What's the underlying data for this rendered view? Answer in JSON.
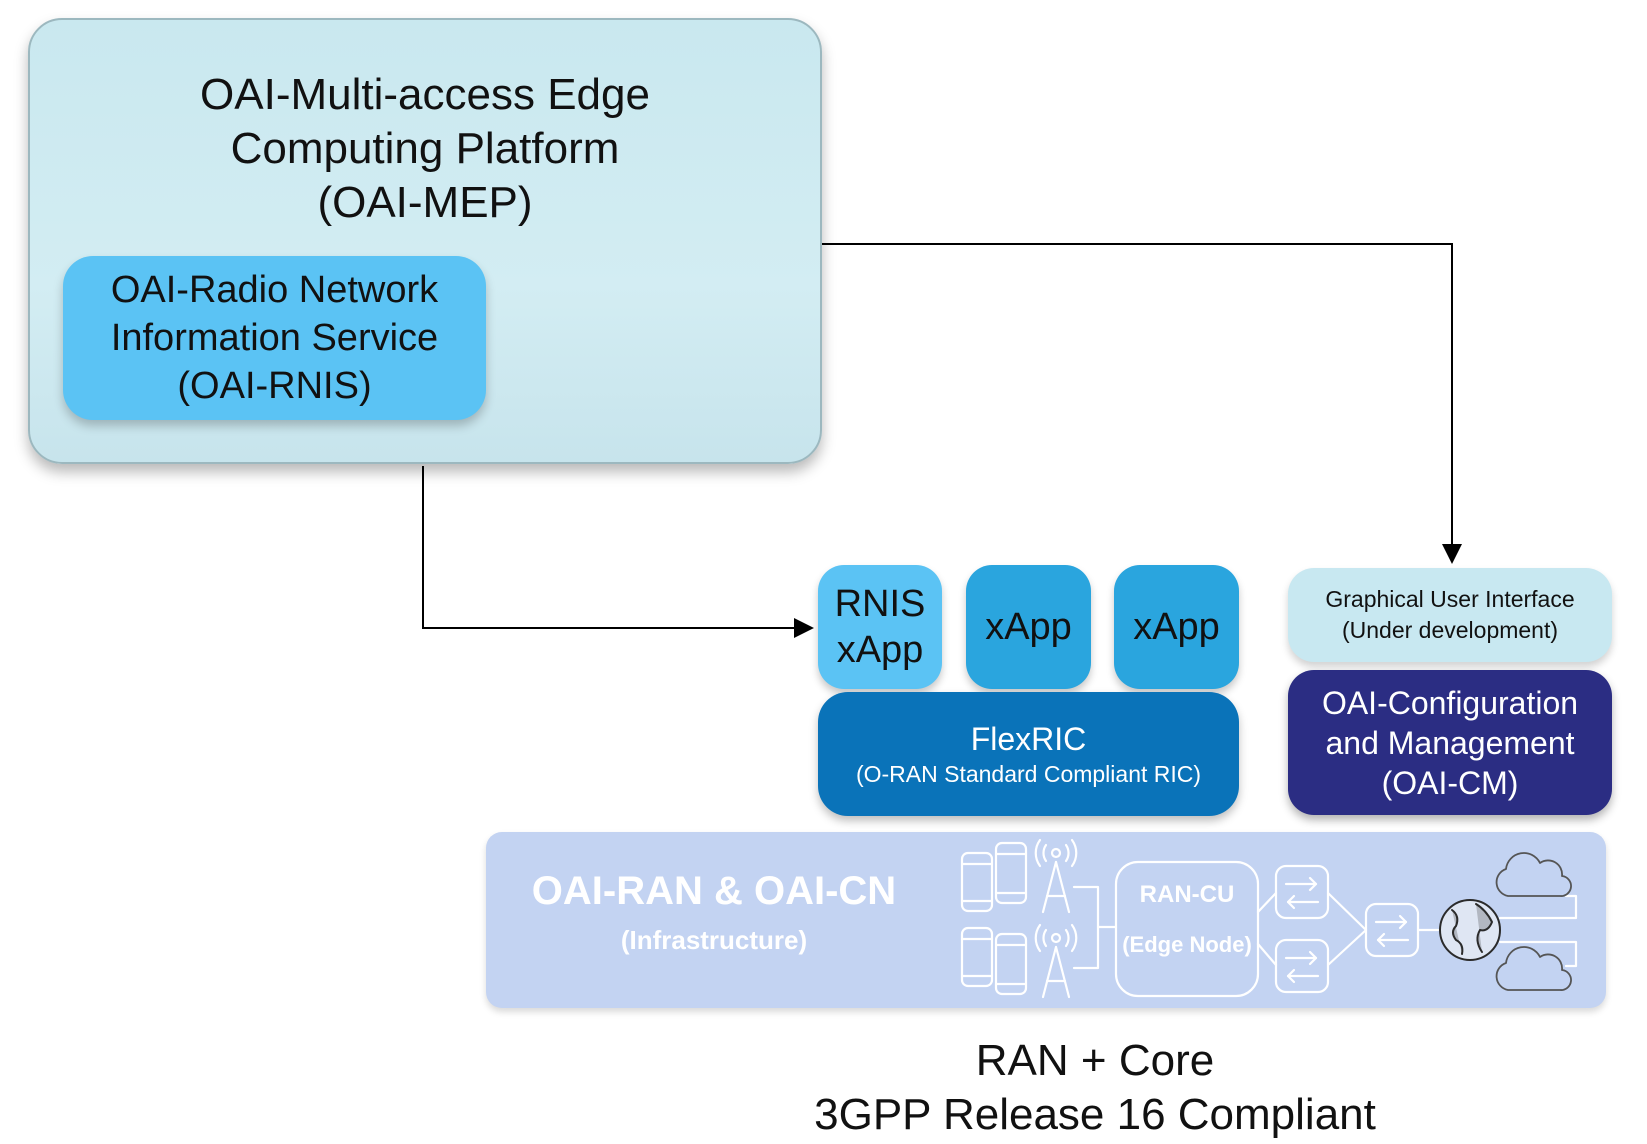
{
  "mep": {
    "title_lines": [
      "OAI-Multi-access Edge",
      "Computing Platform",
      "(OAI-MEP)"
    ]
  },
  "rnis": {
    "lines": [
      "OAI-Radio Network",
      "Information Service",
      "(OAI-RNIS)"
    ]
  },
  "xapps": [
    {
      "lines": [
        "RNIS",
        "xApp"
      ]
    },
    {
      "lines": [
        "xApp"
      ]
    },
    {
      "lines": [
        "xApp"
      ]
    }
  ],
  "flexric": {
    "name": "FlexRIC",
    "subtitle": "(O-RAN Standard Compliant RIC)"
  },
  "gui": {
    "lines": [
      "Graphical User Interface",
      "(Under development)"
    ]
  },
  "oai_cm": {
    "lines": [
      "OAI-Configuration",
      "and Management",
      "(OAI-CM)"
    ]
  },
  "infrastructure": {
    "title": "OAI-RAN & OAI-CN",
    "subtitle": "(Infrastructure)",
    "cu_label": "RAN-CU",
    "cu_sub": "(Edge Node)",
    "icons": [
      "phone-icon",
      "antenna-icon",
      "router-icon",
      "globe-icon",
      "cloud-icon"
    ]
  },
  "footer": {
    "lines": [
      "RAN + Core",
      "3GPP Release 16 Compliant"
    ]
  },
  "colors": {
    "mep_bg": "#d3edf3",
    "rnis_bg": "#5bc3f4",
    "xapp_bg": "#2aa5de",
    "flexric_bg": "#0a73b9",
    "gui_bg": "#c8e8f1",
    "oaicm_bg": "#2b2d83",
    "infra_bg": "#c3d3f2"
  }
}
